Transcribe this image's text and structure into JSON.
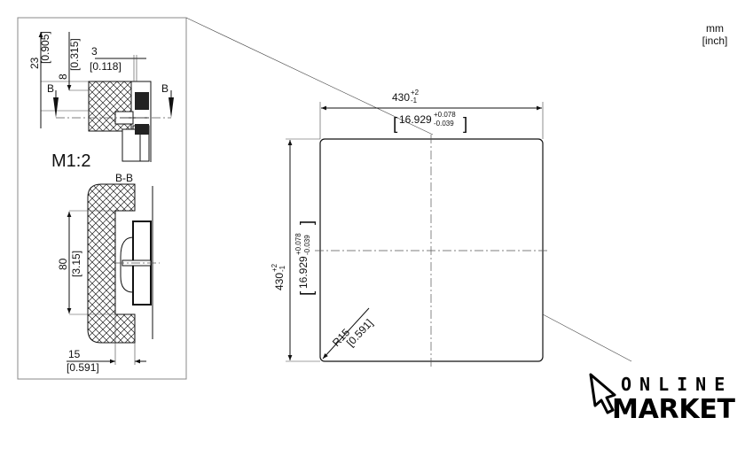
{
  "units": {
    "mm": "mm",
    "inch": "[inch]"
  },
  "detail": {
    "scale": "M1:2",
    "section_label": "B-B",
    "cut_mark": "B",
    "dim_23": "23",
    "dim_23_in": "[0.905]",
    "dim_8": "8",
    "dim_8_in": "[0.315]",
    "dim_3": "3",
    "dim_3_in": "[0.118]",
    "dim_80": "80",
    "dim_80_in": "[3.15]",
    "dim_15": "15",
    "dim_15_in": "[0.591]"
  },
  "main": {
    "width": "430",
    "width_tol_upper": "+2",
    "width_tol_lower": "-1",
    "width_in": "16.929",
    "width_in_tol_upper": "+0.078",
    "width_in_tol_lower": "-0.039",
    "height": "430",
    "height_tol_upper": "+2",
    "height_tol_lower": "-1",
    "height_in": "16.929",
    "height_in_tol_upper": "+0.078",
    "height_in_tol_lower": "-0.039",
    "radius": "R15",
    "radius_in": "[0.591]"
  },
  "logo": {
    "line1": "ONLINE",
    "line2": "MARKET"
  }
}
